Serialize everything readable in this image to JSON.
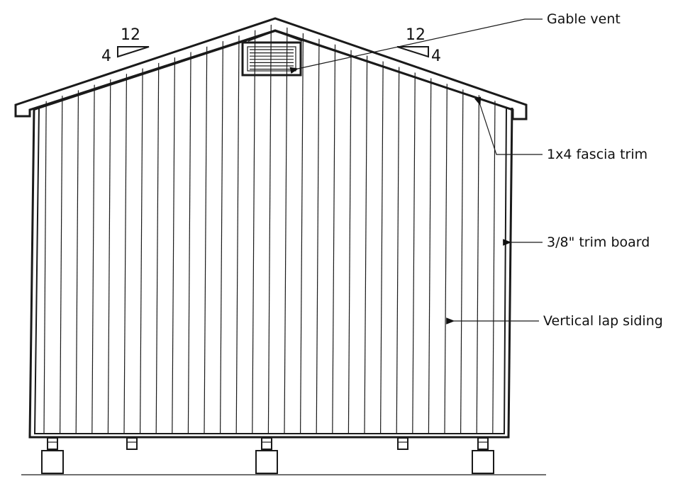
{
  "callouts": {
    "gable_vent": "Gable vent",
    "fascia_trim": "1x4 fascia trim",
    "trim_board": "3/8\" trim board",
    "siding": "Vertical lap siding"
  },
  "roof_pitch": {
    "left": {
      "run": "12",
      "rise": "4"
    },
    "right": {
      "run": "12",
      "rise": "4"
    }
  }
}
